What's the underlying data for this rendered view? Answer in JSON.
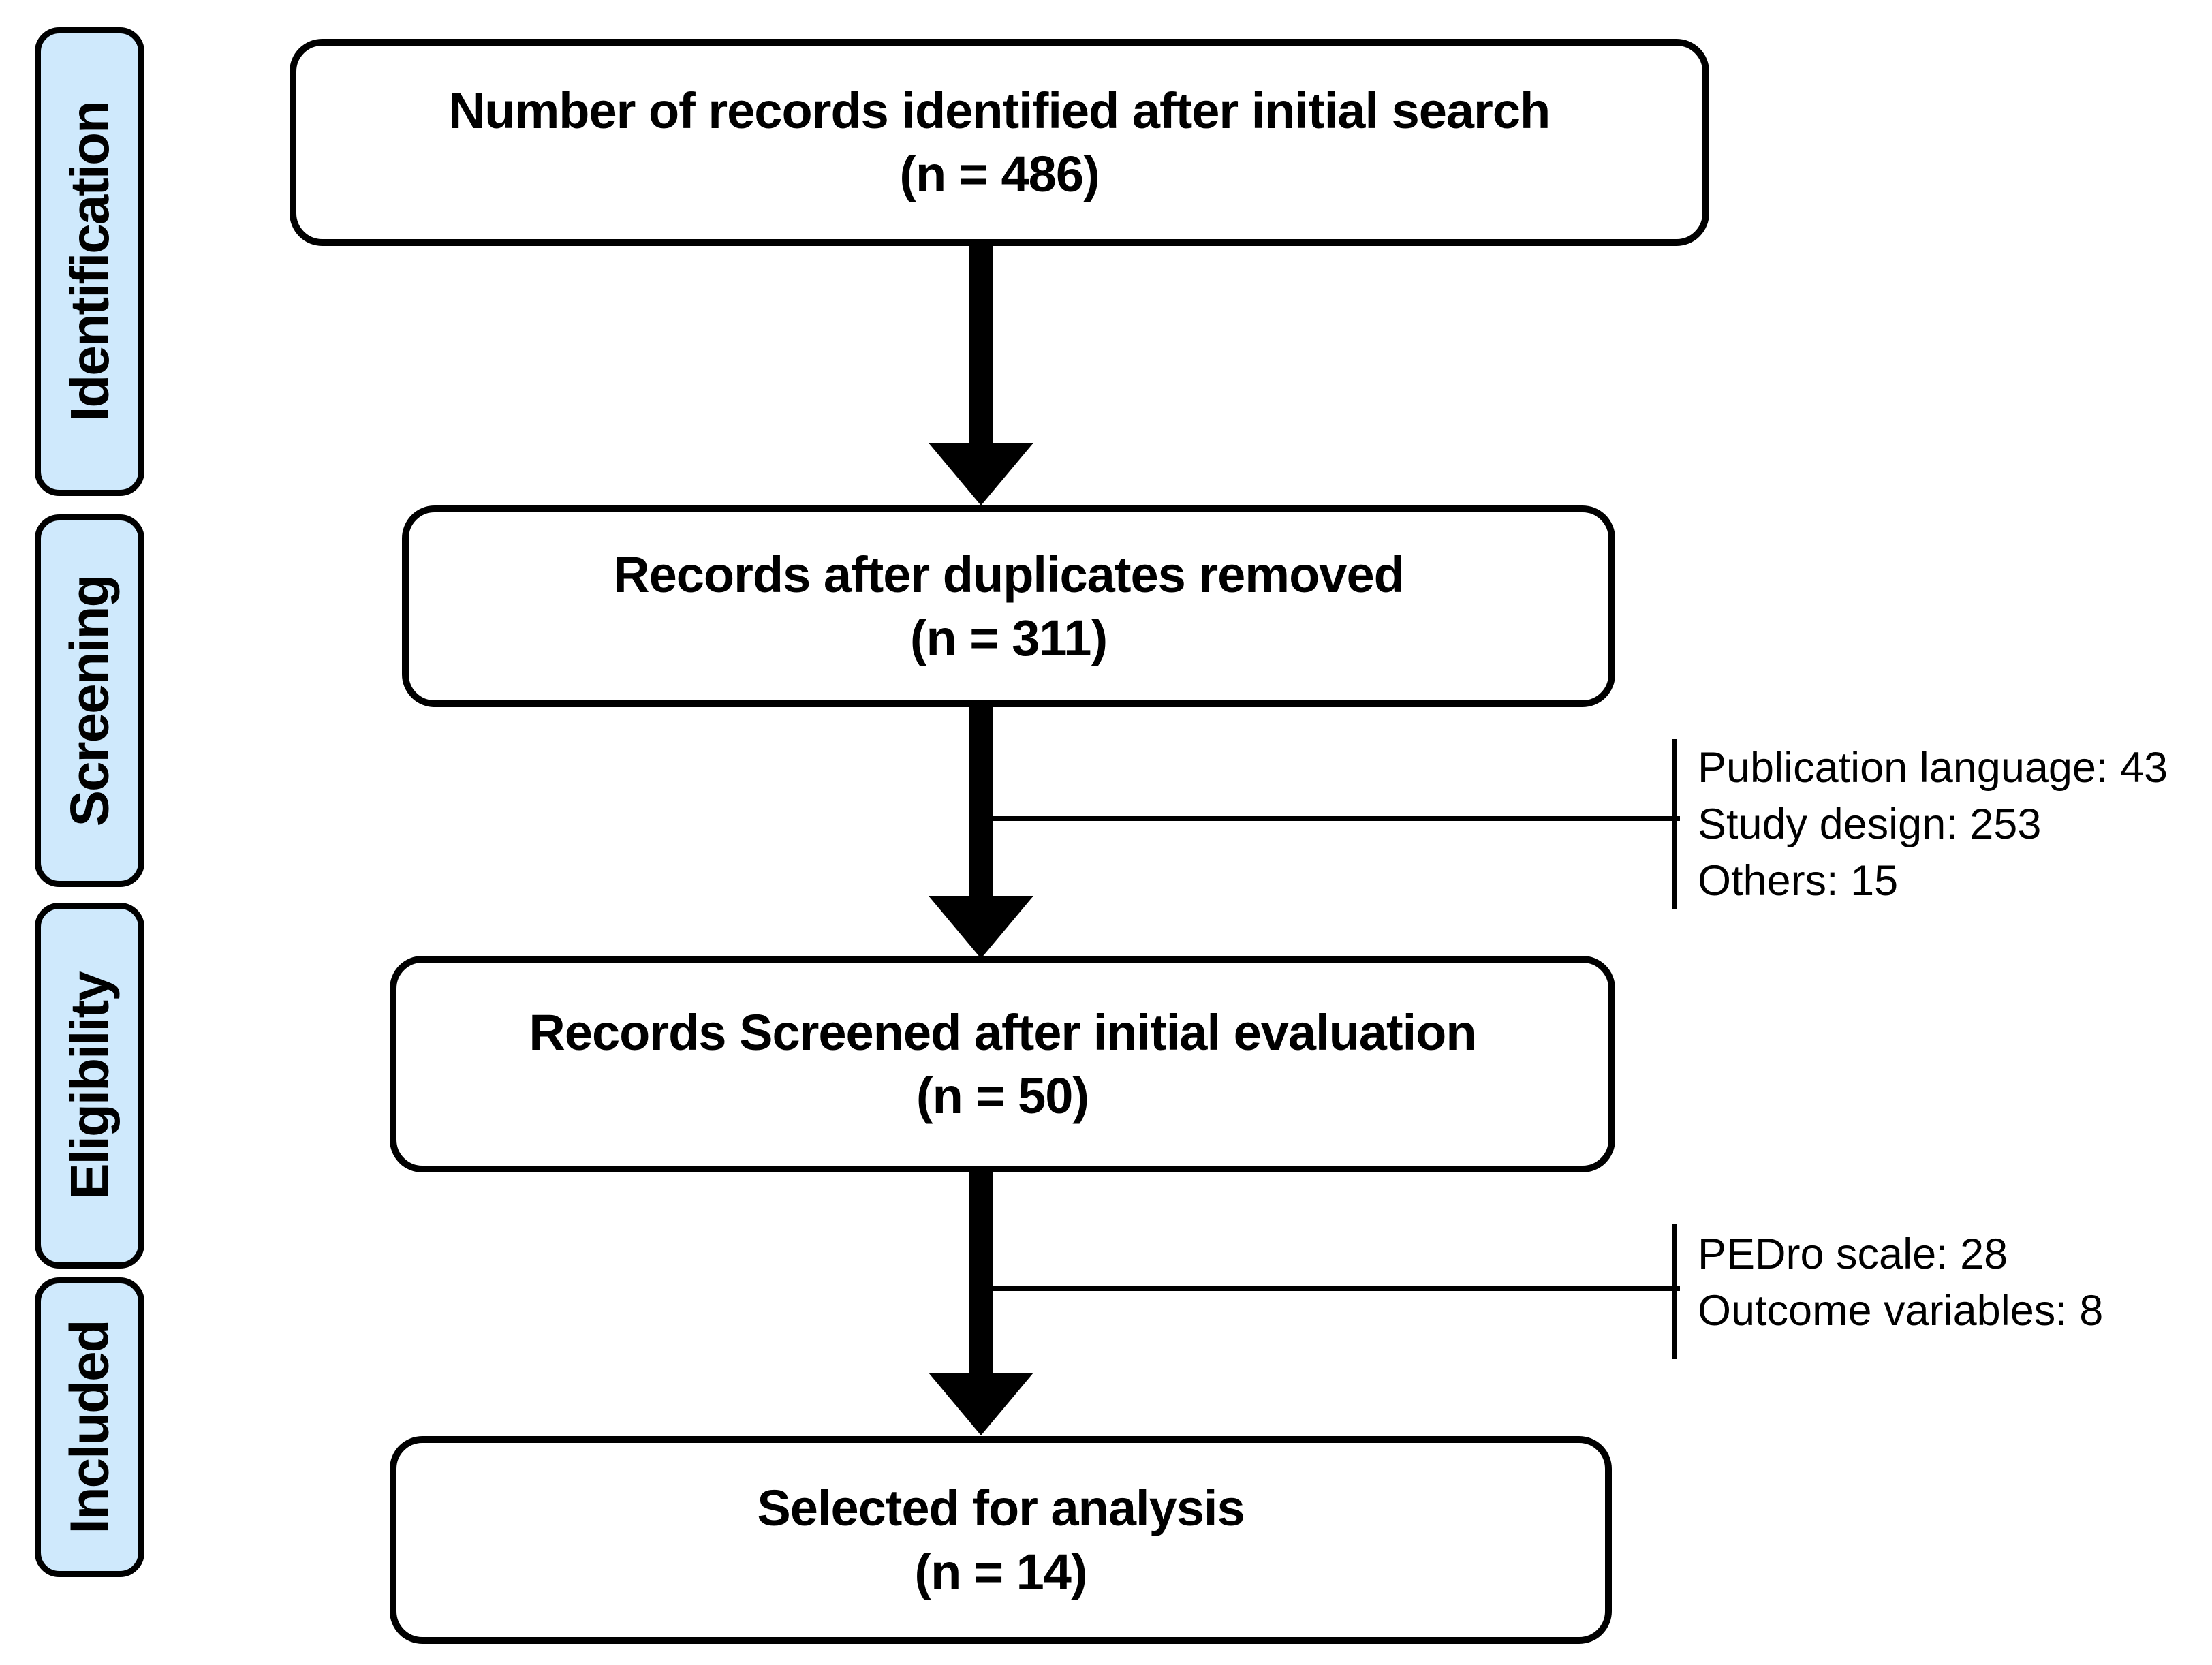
{
  "diagram": {
    "stages": [
      {
        "label": "Identification"
      },
      {
        "label": "Screening"
      },
      {
        "label": "Eligibility"
      },
      {
        "label": "Included"
      }
    ],
    "boxes": [
      {
        "title": "Number of records identified after initial search",
        "count": "(n = 486)"
      },
      {
        "title": "Records after duplicates removed",
        "count": "(n = 311)"
      },
      {
        "title": "Records Screened after initial evaluation",
        "count": "(n = 50)"
      },
      {
        "title": "Selected for analysis",
        "count": "(n = 14)"
      }
    ],
    "exclusions": [
      {
        "lines": [
          "Publication language: 43",
          "Study design: 253",
          "Others: 15"
        ]
      },
      {
        "lines": [
          "PEDro scale: 28",
          "Outcome variables: 8"
        ]
      }
    ],
    "colors": {
      "stage_fill": "#cfe9fc",
      "stroke": "#000000",
      "box_fill": "#ffffff"
    }
  }
}
